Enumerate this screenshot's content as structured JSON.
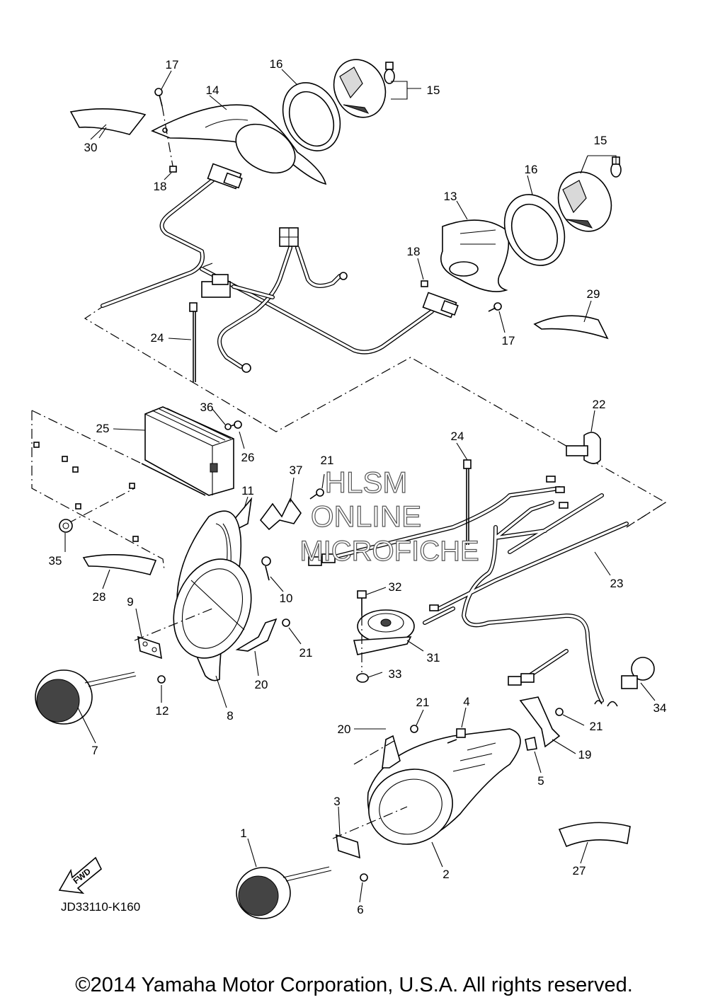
{
  "diagram_code": "JD33110-K160",
  "copyright": "©2014 Yamaha Motor Corporation, U.S.A. All rights reserved.",
  "watermark": {
    "line1": "HLSM",
    "line2": "ONLINE",
    "line3": "MICROFICHE"
  },
  "fwd_label": "FWD",
  "callouts": {
    "c1": "1",
    "c2": "2",
    "c3": "3",
    "c4": "4",
    "c5": "5",
    "c6": "6",
    "c7": "7",
    "c8": "8",
    "c9": "9",
    "c10": "10",
    "c11": "11",
    "c12": "12",
    "c13": "13",
    "c14": "14",
    "c15a": "15",
    "c15b": "15",
    "c16a": "16",
    "c16b": "16",
    "c17a": "17",
    "c17b": "17",
    "c18a": "18",
    "c18b": "18",
    "c19": "19",
    "c20a": "20",
    "c20b": "20",
    "c21a": "21",
    "c21b": "21",
    "c21c": "21",
    "c21d": "21",
    "c22": "22",
    "c23": "23",
    "c24a": "24",
    "c24b": "24",
    "c25": "25",
    "c26": "26",
    "c27": "27",
    "c28": "28",
    "c29": "29",
    "c30": "30",
    "c31": "31",
    "c32": "32",
    "c33": "33",
    "c34": "34",
    "c35": "35",
    "c36": "36",
    "c37": "37"
  }
}
